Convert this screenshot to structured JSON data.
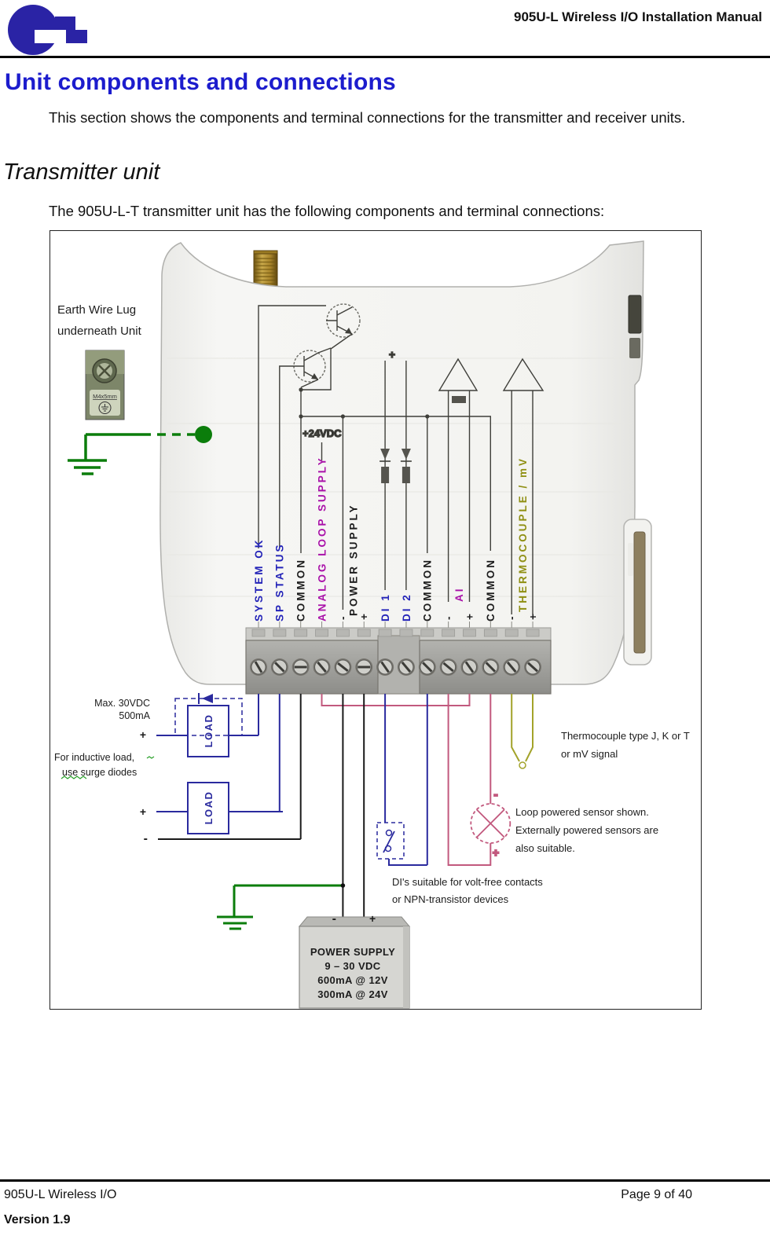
{
  "header": {
    "title": "905U-L Wireless I/O Installation Manual"
  },
  "headings": {
    "h1": "Unit components and connections",
    "h2": "Transmitter unit"
  },
  "paragraphs": {
    "intro": "This section shows the components and terminal connections for the transmitter and receiver units.",
    "lead": "The 905U-L-T transmitter unit has the following components and terminal connections:"
  },
  "footer": {
    "product": "905U-L Wireless I/O",
    "page": "Page 9 of 40",
    "version": "Version 1.9"
  },
  "diagram": {
    "earth_label_line1": "Earth Wire Lug",
    "earth_label_line2": "underneath Unit",
    "lug_text": "M4x5mm",
    "plus24": "+24VDC",
    "top_plus": "+",
    "terminals": [
      {
        "label": "SYSTEM OK",
        "color": "blue"
      },
      {
        "label": "SP STATUS",
        "color": "blue"
      },
      {
        "label": "COMMON",
        "color": "black"
      },
      {
        "label": "ANALOG LOOP SUPPLY",
        "color": "magenta"
      },
      {
        "label": "-",
        "color": "black"
      },
      {
        "label": "+",
        "color": "black"
      },
      {
        "label": "DI 1",
        "color": "blue"
      },
      {
        "label": "DI 2",
        "color": "blue"
      },
      {
        "label": "COMMON",
        "color": "black"
      },
      {
        "label": "-",
        "color": "black"
      },
      {
        "label": "+",
        "color": "black"
      },
      {
        "label": "COMMON",
        "color": "black"
      },
      {
        "label": "-",
        "color": "black"
      },
      {
        "label": "+",
        "color": "black"
      }
    ],
    "group_labels": [
      {
        "label": "POWER SUPPLY",
        "color": "black"
      },
      {
        "label": "AI",
        "color": "magenta"
      },
      {
        "label": "THERMOCOUPLE / mV",
        "color": "olive"
      }
    ],
    "colors": {
      "blue": "#2323b8",
      "black": "#1c1c1c",
      "magenta": "#a911a9",
      "olive": "#8f8f12",
      "wire_pink": "#c2597e",
      "wire_green": "#0b7d0b",
      "load_blue": "#2a2a9e",
      "wire_olive": "#a3a32a",
      "schematic": "#3f3f3a"
    },
    "left_notes": {
      "max1": "Max. 30VDC",
      "max2": "500mA",
      "inductive1": "For inductive load,",
      "inductive2": "use surge diodes",
      "load": "LOAD",
      "plus": "+",
      "minus": "-"
    },
    "di_note": [
      "DI's suitable for volt-free contacts",
      "or NPN-transistor devices"
    ],
    "loop_note": [
      "Loop powered sensor shown.",
      "Externally powered sensors are",
      "also suitable."
    ],
    "tc_note": [
      "Thermocouple type J, K or T",
      "or mV signal"
    ],
    "psu": [
      "POWER SUPPLY",
      "9 – 30 VDC",
      "600mA @ 12V",
      "300mA @ 24V"
    ],
    "psu_minus": "-",
    "psu_plus": "+",
    "sensor_minus": "-",
    "sensor_plus": "+"
  }
}
